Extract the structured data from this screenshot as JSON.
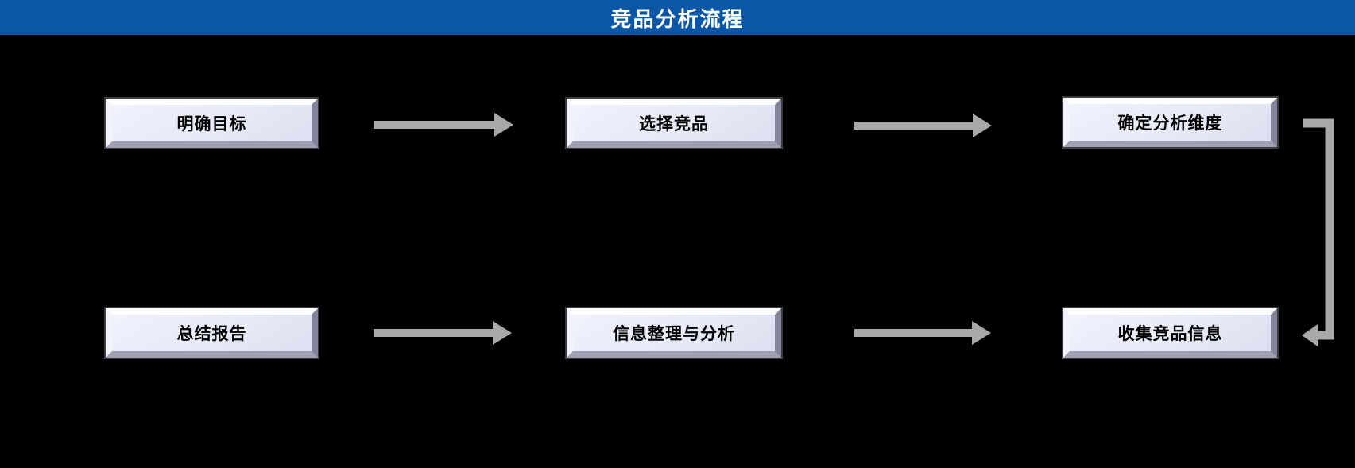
{
  "header": {
    "title": "竞品分析流程"
  },
  "colors": {
    "canvas_bg": "#000000",
    "header_bg": "#0957a6",
    "header_text": "#ffffff",
    "node_face": "#e6e9f7",
    "node_bevel_light": "#ffffff",
    "node_bevel_dark": "#82859a",
    "node_text": "#000000",
    "arrow": "#a8a8a8"
  },
  "flow": {
    "nodes": [
      {
        "label": "明确目标"
      },
      {
        "label": "选择竞品"
      },
      {
        "label": "确定分析维度"
      },
      {
        "label": "总结报告"
      },
      {
        "label": "信息整理与分析"
      },
      {
        "label": "收集竞品信息"
      }
    ],
    "connectors": [
      {
        "from": "明确目标",
        "to": "选择竞品",
        "type": "straight-right"
      },
      {
        "from": "选择竞品",
        "to": "确定分析维度",
        "type": "straight-right"
      },
      {
        "from": "确定分析维度",
        "to": "收集竞品信息",
        "type": "elbow-right-down-left"
      },
      {
        "from": "总结报告",
        "to": "信息整理与分析",
        "type": "straight-right"
      },
      {
        "from": "信息整理与分析",
        "to": "收集竞品信息",
        "type": "straight-right"
      }
    ]
  }
}
